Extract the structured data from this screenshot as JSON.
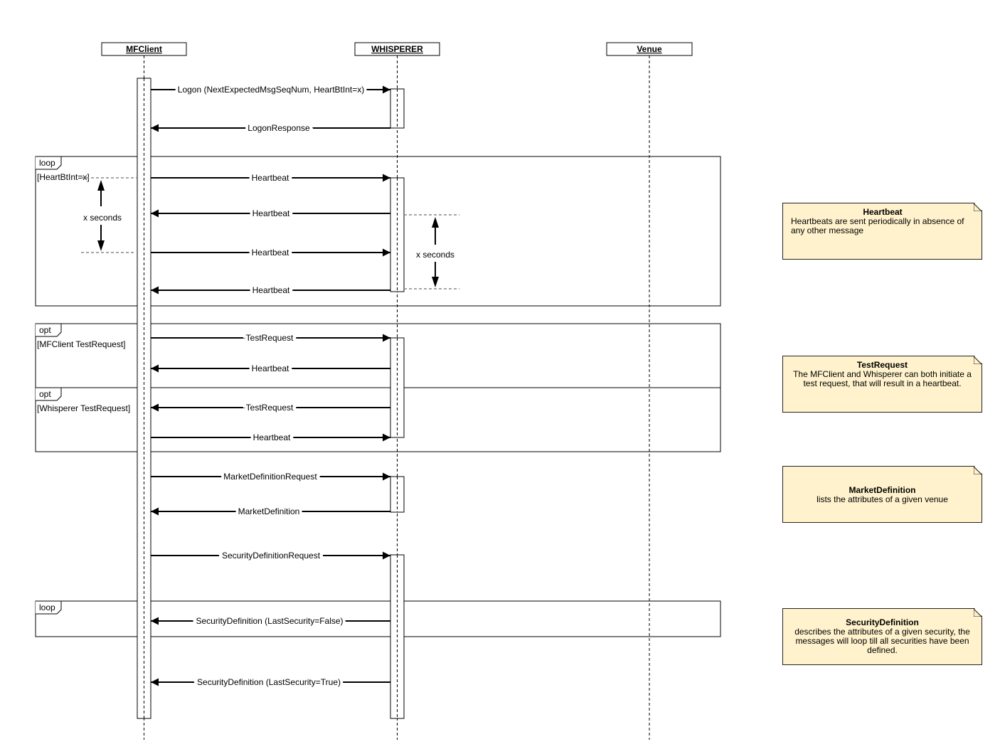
{
  "participants": {
    "mfclient": "MFClient",
    "whisperer": "WHISPERER",
    "venue": "Venue"
  },
  "messages": {
    "logon": "Logon (NextExpectedMsgSeqNum, HeartBtInt=x)",
    "logon_response": "LogonResponse",
    "heartbeat": "Heartbeat",
    "test_request": "TestRequest",
    "market_definition_request": "MarketDefinitionRequest",
    "market_definition": "MarketDefinition",
    "security_definition_request": "SecurityDefinitionRequest",
    "security_definition_false": "SecurityDefinition (LastSecurity=False)",
    "security_definition_true": "SecurityDefinition (LastSecurity=True)"
  },
  "frames": {
    "loop_label": "loop",
    "opt_label": "opt",
    "heartbeat_guard": "[HeartBtInt=x]",
    "mfclient_guard": "[MFClient TestRequest]",
    "whisperer_guard": "[Whisperer TestRequest]"
  },
  "interval_label": "x seconds",
  "notes": {
    "heartbeat": {
      "title": "Heartbeat",
      "body": "Heartbeats are sent periodically in absence of any other message"
    },
    "test_request": {
      "title": "TestRequest",
      "body": "The MFClient and Whisperer can both initiate a test request, that will result in a heartbeat."
    },
    "market_definition": {
      "title": "MarketDefinition",
      "body": "lists the attributes of a given venue"
    },
    "security_definition": {
      "title": "SecurityDefinition",
      "body": "describes the attributes of a given security, the messages will loop till all securities have been defined."
    }
  },
  "colors": {
    "note_fill": "#fff2cc",
    "line": "#000000",
    "guide_dash": "#888888"
  }
}
